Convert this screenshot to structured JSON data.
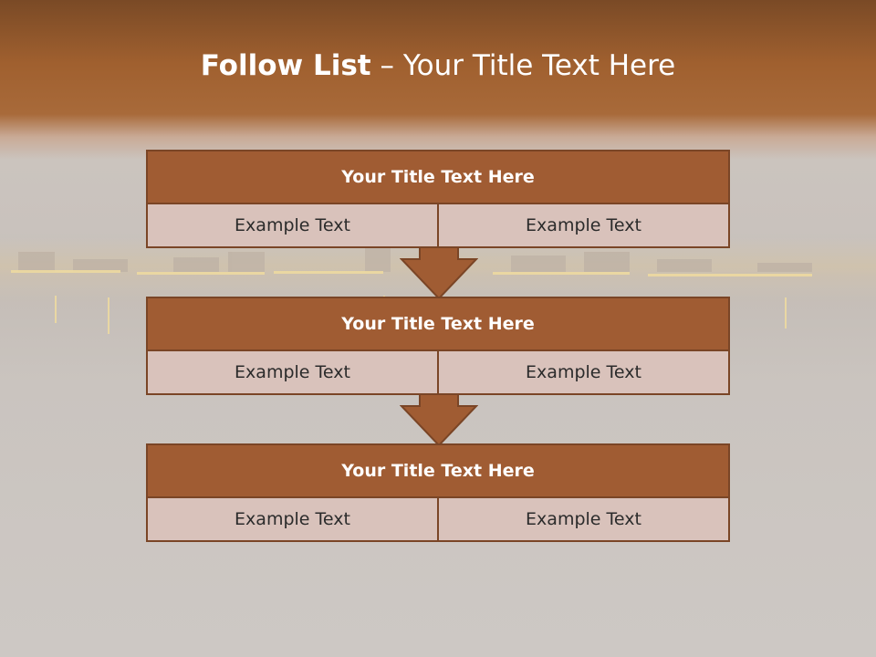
{
  "slide": {
    "title_bold": "Follow List",
    "title_rest": " – Your Title Text Here"
  },
  "blocks": [
    {
      "title": "Your Title Text Here",
      "left": "Example Text",
      "right": "Example Text"
    },
    {
      "title": "Your Title Text Here",
      "left": "Example Text",
      "right": "Example Text"
    },
    {
      "title": "Your Title Text Here",
      "left": "Example Text",
      "right": "Example Text"
    }
  ],
  "colors": {
    "header_fill": "#a05c33",
    "cell_fill": "#d9c2bb",
    "border": "#7a4526",
    "top_band": "#a0602f"
  }
}
